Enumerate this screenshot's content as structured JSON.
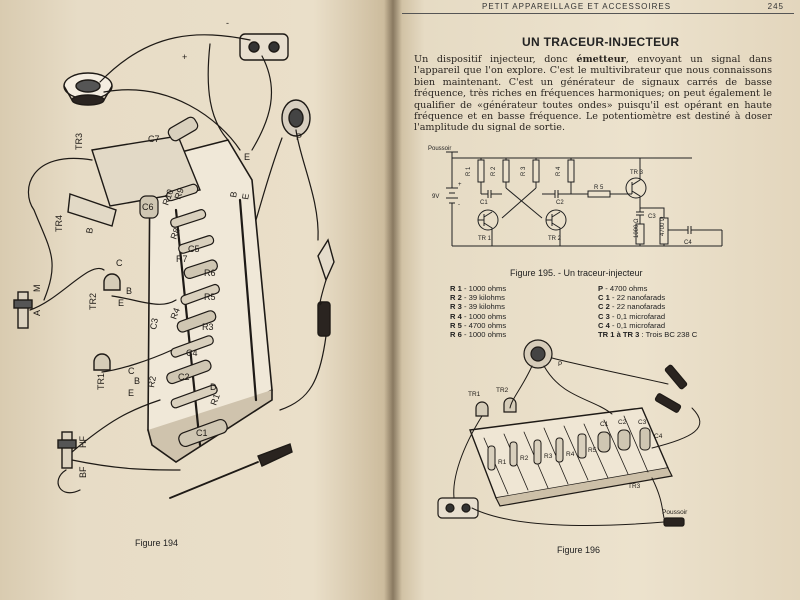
{
  "left_page": {
    "figure_caption": "Figure 194",
    "labels": {
      "tr1": "TR1",
      "tr2": "TR2",
      "tr3": "TR3",
      "tr4": "TR4",
      "b": "B",
      "c": "C",
      "e": "E",
      "m": "M",
      "a": "A",
      "p": "P",
      "hf": "HF",
      "bf": "BF",
      "plus": "+",
      "minus": "-",
      "d": "D",
      "c1": "C1",
      "c2": "C2",
      "c3": "C3",
      "c4": "C4",
      "c5": "C5",
      "c6": "C6",
      "c7": "C7",
      "r1": "R1",
      "r2": "R2",
      "r3": "R3",
      "r4": "R4",
      "r5": "R5",
      "r6": "R6",
      "r7": "R7",
      "r8": "R8",
      "r9": "R9",
      "r10": "R10"
    }
  },
  "right_page": {
    "running_head": "PETIT APPAREILLAGE ET ACCESSOIRES",
    "page_number": "245",
    "section_title": "UN TRACEUR-INJECTEUR",
    "paragraph": {
      "p1": "Un dispositif injecteur, donc ",
      "emph": "émetteur",
      "p2": ", envoyant un signal dans l'appareil que l'on explore. C'est le multivibrateur que nous connaissons bien maintenant. C'est un générateur de signaux carrés de basse fréquence, très riches en fréquences harmoniques; on peut également le qualifier de «générateur toutes ondes» puisqu'il est opérant en haute fréquence et en basse fréquence. Le potentiomètre est destiné à doser l'amplitude du signal de sortie."
    },
    "schematic_labels": {
      "poussoir": "Poussoir",
      "battery": "9V",
      "tr1": "TR 1",
      "tr2": "TR 2",
      "tr3": "TR 3",
      "r1": "R 1",
      "r2": "R 2",
      "r3": "R 3",
      "r4": "R 4",
      "r5": "R 5",
      "r6": "1000 Ω",
      "p": "4700 Ω",
      "c1": "C1",
      "c2": "C2",
      "c3": "C3",
      "c4": "C4",
      "plus": "+",
      "minus": "-"
    },
    "figure_195_caption": "Figure 195. - Un traceur-injecteur",
    "parts_list": {
      "left": [
        {
          "ref": "R 1",
          "value": "- 1000 ohms"
        },
        {
          "ref": "R 2",
          "value": "- 39 kilohms"
        },
        {
          "ref": "R 3",
          "value": "- 39 kilohms"
        },
        {
          "ref": "R 4",
          "value": "- 1000 ohms"
        },
        {
          "ref": "R 5",
          "value": "- 4700 ohms"
        },
        {
          "ref": "R 6",
          "value": "- 1000 ohms"
        }
      ],
      "right": [
        {
          "ref": "P",
          "value": "- 4700 ohms"
        },
        {
          "ref": "C 1",
          "value": "- 22 nanofarads"
        },
        {
          "ref": "C 2",
          "value": "- 22 nanofarads"
        },
        {
          "ref": "C 3",
          "value": "- 0,1 microfarad"
        },
        {
          "ref": "C 4",
          "value": "- 0,1 microfarad"
        },
        {
          "ref": "TR 1 à TR 3",
          "value": ": Trois BC 238 C"
        }
      ]
    },
    "figure_196_labels": {
      "tr1": "TR1",
      "tr2": "TR2",
      "tr3": "TR3",
      "p": "P",
      "r1": "R1",
      "r2": "R2",
      "r3": "R3",
      "r4": "R4",
      "r5": "R5",
      "c1": "C1",
      "c2": "C2",
      "c3": "C3",
      "c4": "C4",
      "poussoir": "Poussoir"
    },
    "figure_196_caption": "Figure 196"
  }
}
